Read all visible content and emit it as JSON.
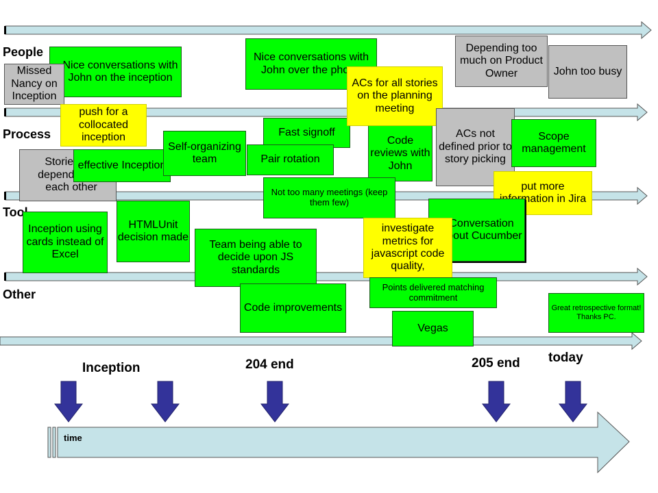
{
  "lanes": {
    "people": "People",
    "process": "Process",
    "tool": "Tool",
    "other": "Other"
  },
  "notes": {
    "missed_nancy": "Missed Nancy on Inception",
    "nice_inception": "Nice conversations with John on the inception",
    "nice_phone": "Nice conversations with John over the phone",
    "acs_all": "ACs for all stories on the planning meeting",
    "depending_po": "Depending too much on Product Owner",
    "john_busy": "John too busy",
    "push_collocated": "push for a collocated inception",
    "stories_dependent": "Stories are dependent on each other",
    "effective_inception": "effective Inception",
    "self_org": "Self-organizing team",
    "fast_signoff": "Fast signoff",
    "pair_rotation": "Pair rotation",
    "code_reviews": "Code reviews with John",
    "acs_not_defined": "ACs not defined prior to story picking",
    "scope_mgmt": "Scope management",
    "put_more_info": "put more information in Jira",
    "not_many_meetings": "Not too many meetings (keep them few)",
    "inception_cards": "Inception using cards instead of Excel",
    "htmlunit": "HTMLUnit decision made",
    "js_standards": "Team being able to decide upon JS standards",
    "conversation_cucumber": "Conversation about Cucumber",
    "investigate_metrics": "investigate metrics for javascript code quality,",
    "points_delivered": "Points delivered matching commitment",
    "code_improvements": "Code improvements",
    "vegas": "Vegas",
    "great_retro": "Great retrospective format! Thanks PC."
  },
  "milestones": {
    "inception": "Inception",
    "end204": "204 end",
    "end205": "205 end",
    "today": "today"
  },
  "timeline": {
    "label": "time"
  },
  "colors": {
    "green_note": "#00ff00",
    "yellow_note": "#ffff00",
    "gray_note": "#c0c0c0",
    "lane_arrow": "#c5e3e8",
    "milestone_arrow": "#33339a"
  }
}
